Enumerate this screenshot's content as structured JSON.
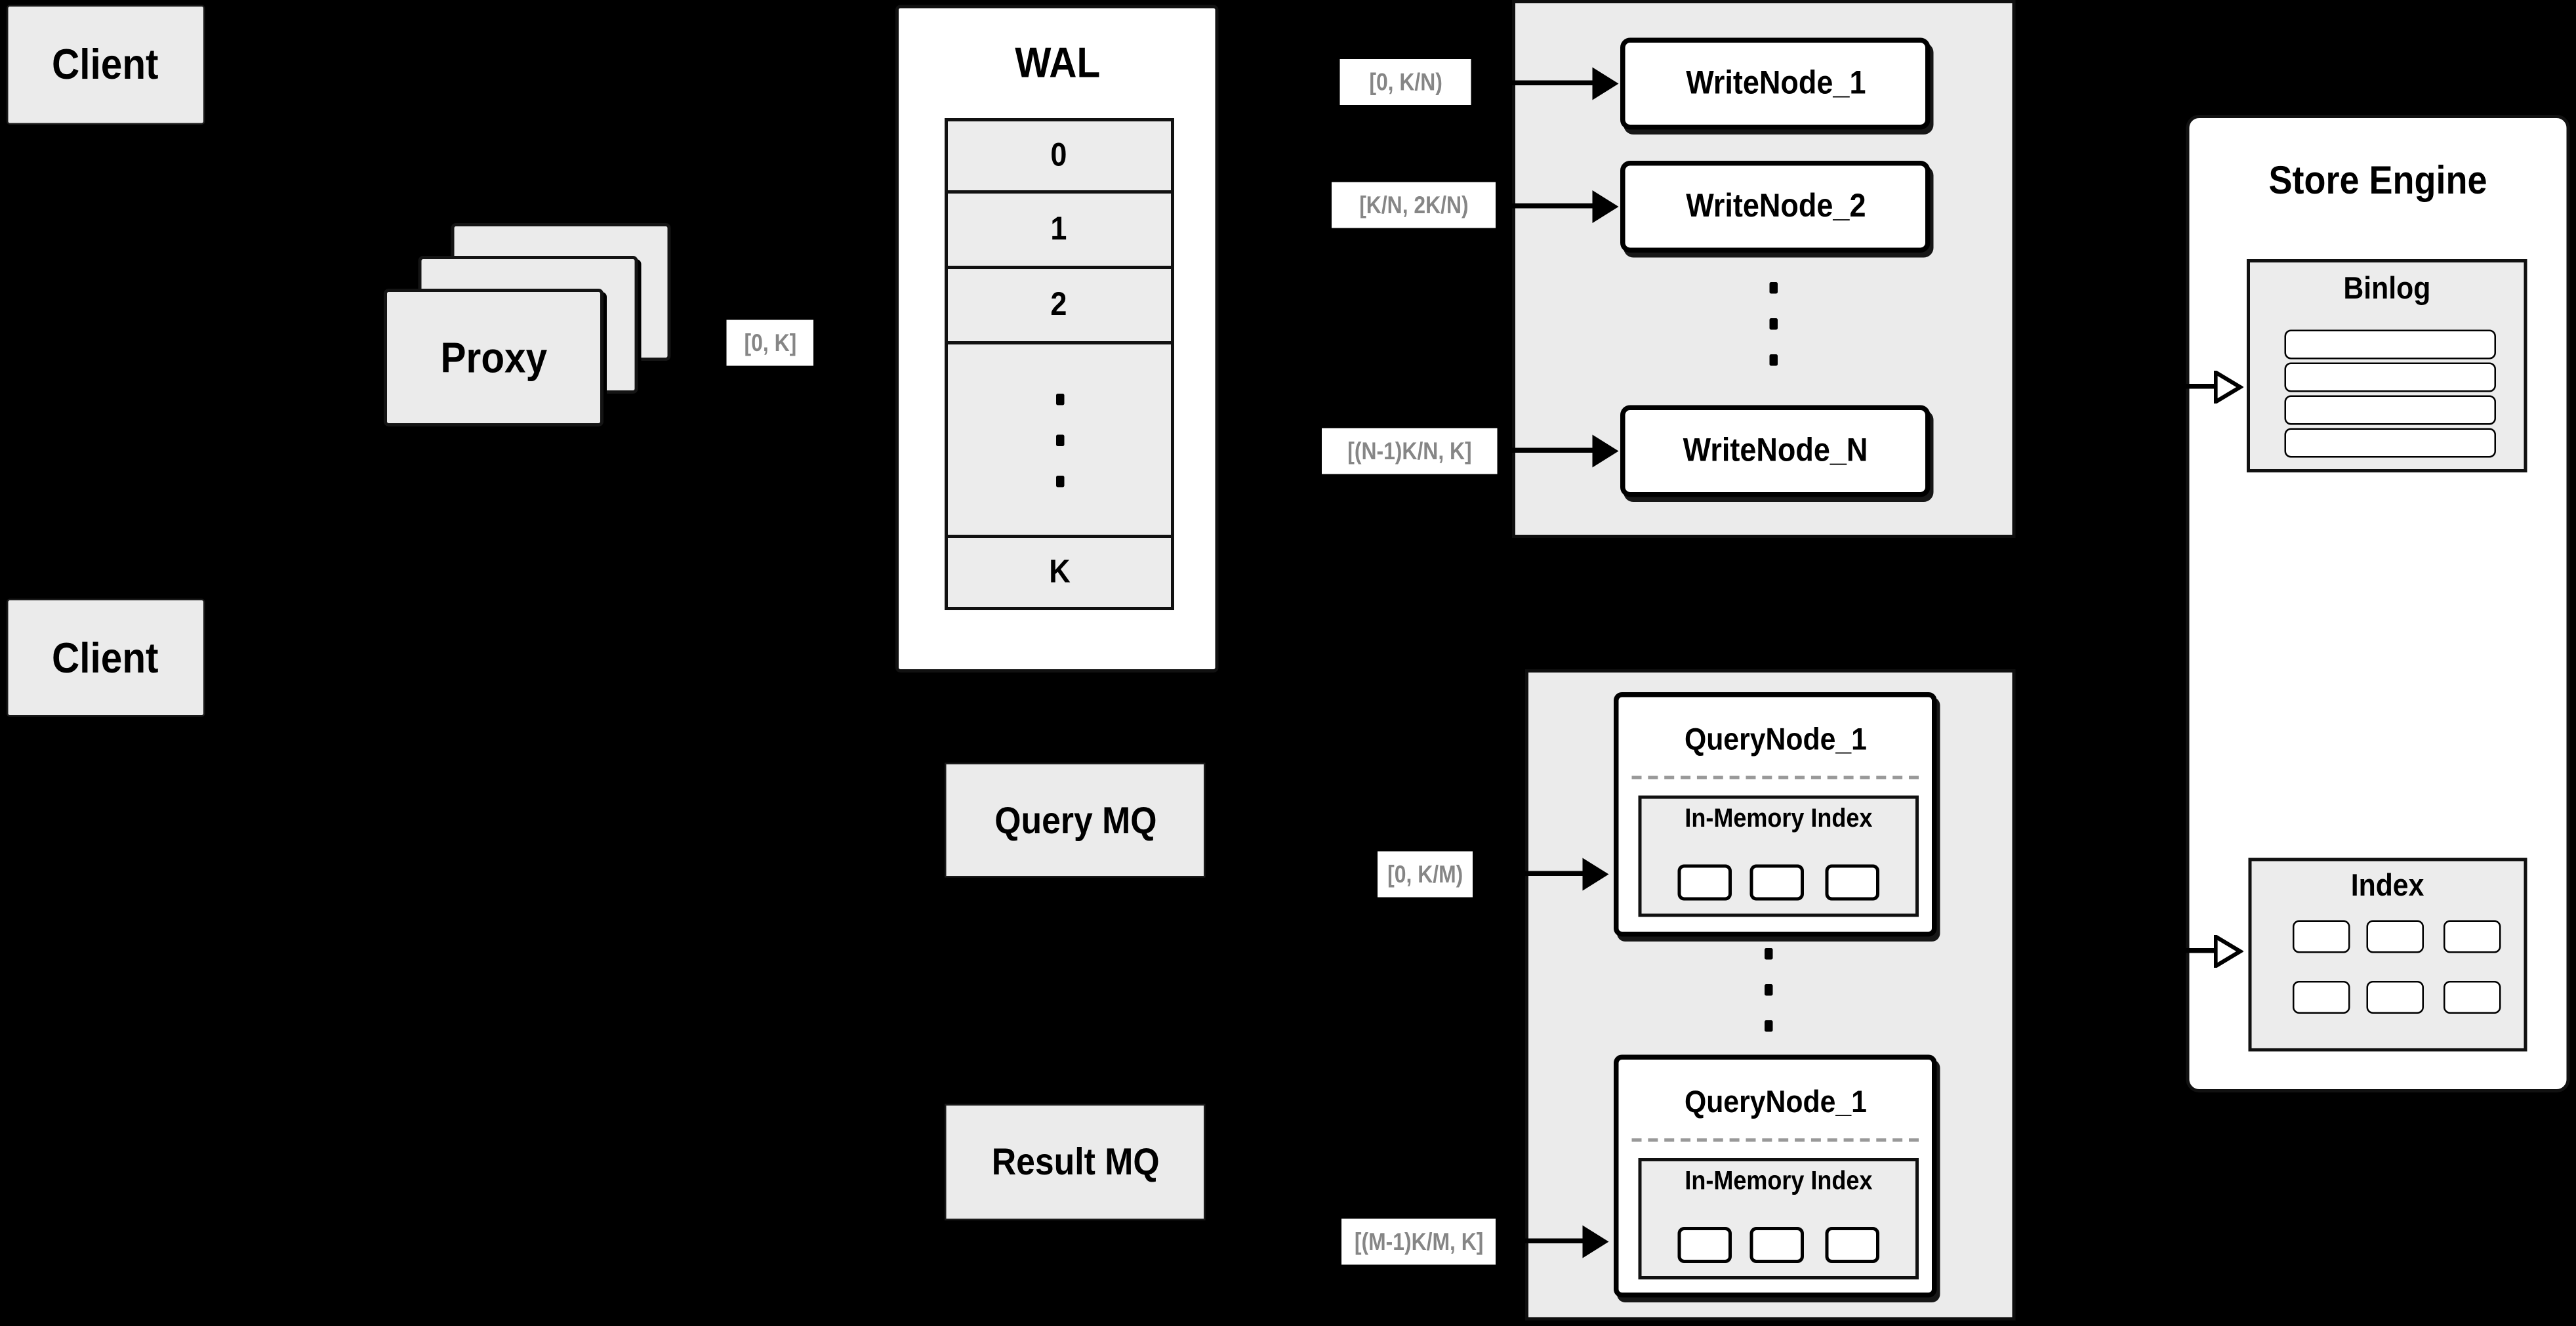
{
  "clients": {
    "top": "Client",
    "bottom": "Client"
  },
  "proxy": {
    "label": "Proxy"
  },
  "wal": {
    "title": "WAL",
    "slots": [
      "0",
      "1",
      "2"
    ],
    "last_slot": "K"
  },
  "ranges": {
    "proxy": "[0, K]",
    "write1": "[0, K/N)",
    "write2": "[K/N, 2K/N)",
    "writeN": "[(N-1)K/N, K]",
    "query1": "[0, K/M)",
    "queryM": "[(M-1)K/M, K]"
  },
  "write_nodes": [
    "WriteNode_1",
    "WriteNode_2",
    "WriteNode_N"
  ],
  "mq": {
    "query": "Query MQ",
    "result": "Result MQ"
  },
  "query_nodes": {
    "top": {
      "title": "QueryNode_1",
      "index_label": "In-Memory Index"
    },
    "bottom": {
      "title": "QueryNode_1",
      "index_label": "In-Memory Index"
    }
  },
  "store_engine": {
    "title": "Store Engine",
    "binlog_title": "Binlog",
    "index_title": "Index"
  },
  "colors": {
    "background": "#000000",
    "panel_gray": "#ebebeb",
    "box_white": "#ffffff",
    "line_black": "#000000",
    "label_text_gray": "#868686"
  }
}
